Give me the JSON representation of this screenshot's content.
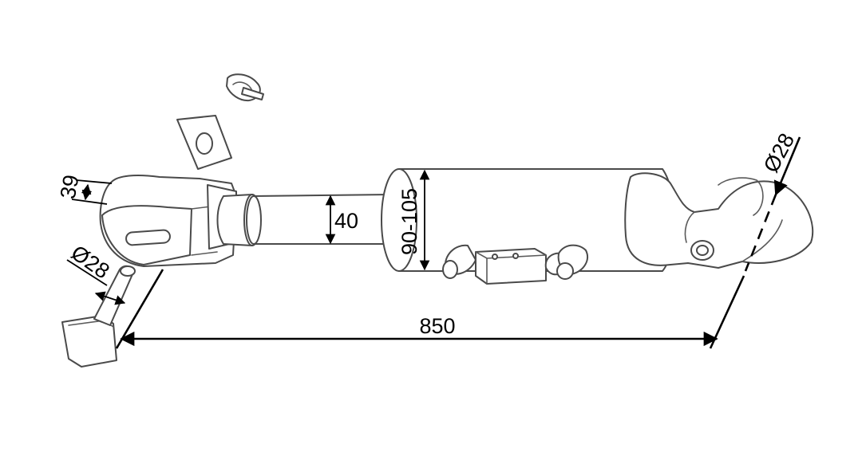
{
  "dimensions": {
    "overall_length": "850",
    "rod_diameter": "40",
    "barrel_diameter": "90-105",
    "clevis_width": "39",
    "pin_diameter_left": "Ø28",
    "pin_diameter_right": "Ø28"
  },
  "colors": {
    "line": "#4a4a4a",
    "dimension": "#000000",
    "background": "#ffffff"
  }
}
